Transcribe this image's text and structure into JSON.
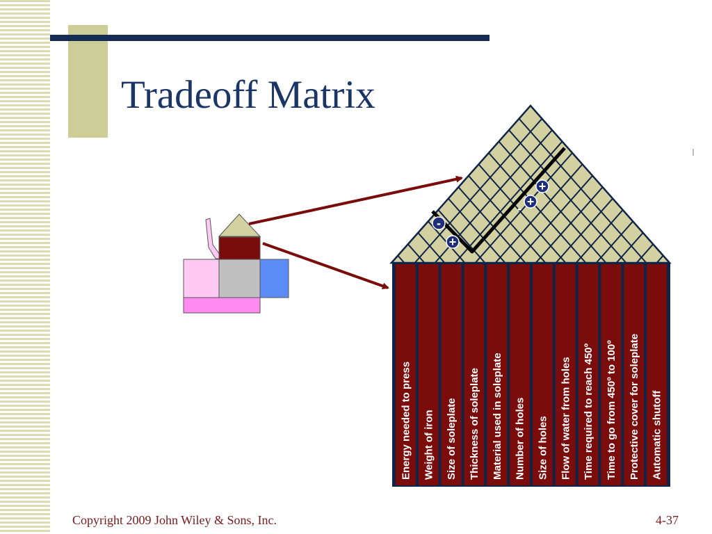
{
  "slide": {
    "title": "Tradeoff Matrix",
    "copyright": "Copyright 2009 John Wiley & Sons, Inc.",
    "page_number": "4-37"
  },
  "columns": [
    "Energy needed to press",
    "Weight of iron",
    "Size of soleplate",
    "Thickness of soleplate",
    "Material used in soleplate",
    "Number of holes",
    "Size of holes",
    "Flow of water from holes",
    "Time required to reach 450º",
    "Time  to go from 450º to 100º",
    "Protective cover for soleplate",
    "Automatic shutoff"
  ],
  "correlations": [
    {
      "sign": "-",
      "shape": "circle"
    },
    {
      "sign": "+",
      "shape": "circle"
    },
    {
      "sign": "-",
      "shape": "plain"
    },
    {
      "sign": "+",
      "shape": "circle"
    },
    {
      "sign": "+",
      "shape": "circle"
    }
  ],
  "colors": {
    "roof": "#d3d0a2",
    "grid": "#0f2446",
    "column_fill": "#7a0c0c",
    "arrow": "#7a0c0c",
    "title": "#1a3566",
    "footer": "#7a1a1a"
  }
}
